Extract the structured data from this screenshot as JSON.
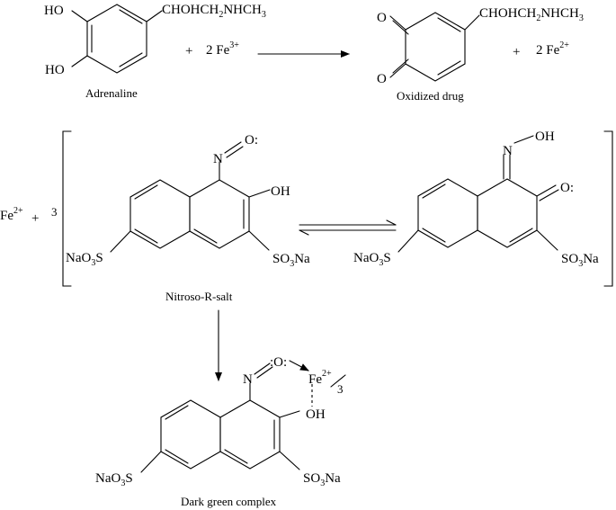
{
  "reaction1": {
    "adrenaline_oh_top": "HO",
    "adrenaline_oh_bottom": "HO",
    "side_chain_a": "CHOHCH",
    "side_chain_sub": "2",
    "side_chain_b": "NHCH",
    "side_chain_sub2": "3",
    "adrenaline_caption": "Adrenaline",
    "plus_1": "+",
    "reagent_coef": "2 Fe",
    "reagent_charge": "3+",
    "product_o_top": "O",
    "product_o_bottom": "O",
    "product_caption": "Oxidized drug",
    "plus_2": "+",
    "product2_coef": "2 Fe",
    "product2_charge": "2+"
  },
  "reaction2": {
    "fe": "Fe",
    "fe_charge": "2+",
    "plus": "+",
    "coef": "3",
    "nitroso_n": "N",
    "nitroso_o": "O:",
    "oh": "OH",
    "naso3_left": "NaO",
    "naso3_left_sub": "3",
    "naso3_left_s": "S",
    "so3na_right": "SO",
    "so3na_right_sub": "3",
    "so3na_right_na": "Na",
    "caption": "Nitroso-R-salt",
    "taut_n": "N",
    "taut_oh": "OH",
    "taut_o": "O:"
  },
  "reaction3": {
    "n": "N",
    "o": ":O:",
    "fe": "Fe",
    "fe_charge": "2+",
    "frac": "3",
    "oh": "OH",
    "caption": "Dark green complex"
  }
}
